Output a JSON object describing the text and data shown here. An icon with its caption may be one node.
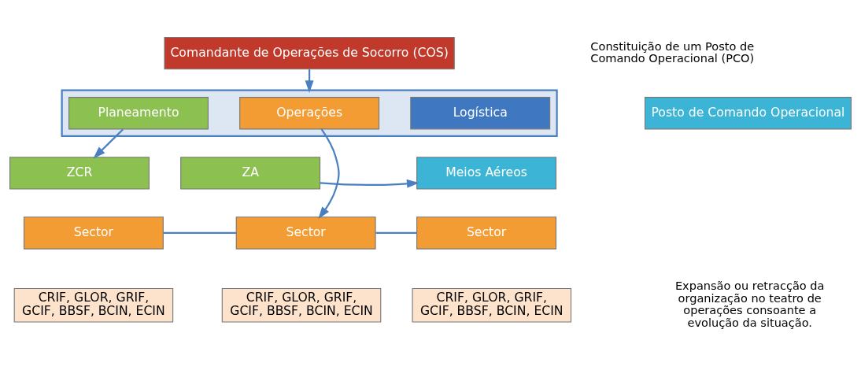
{
  "diagram": {
    "nodes": [
      {
        "text": [
          "Comandante de Operações de Socorro (COS)"
        ]
      },
      {
        "text": [],
        "shape": "box"
      },
      {
        "text": [
          "Planeamento"
        ],
        "in": 1
      },
      {
        "text": [
          "Operações"
        ],
        "in": 1
      },
      {
        "text": [
          "Logística"
        ],
        "in": 1
      },
      {
        "text": [
          "Posto de Comando Operacional"
        ]
      },
      {
        "text": [
          "ZCR"
        ]
      },
      {
        "text": [
          "ZA"
        ]
      },
      {
        "text": [
          "Meios Aéreos"
        ]
      },
      {
        "text": [
          "Sector"
        ]
      },
      {
        "text": [
          "Sector"
        ]
      },
      {
        "text": [
          "Sector"
        ]
      },
      {
        "text": [
          "CRIF, GLOR, GRIF, GCIF, BBSF, BCIN, ECIN"
        ]
      },
      {
        "text": [
          "CRIF, GLOR, GRIF, GCIF, BBSF, BCIN, ECIN"
        ]
      },
      {
        "text": [
          "CRIF, GLOR, GRIF, GCIF, BBSF, BCIN, ECIN"
        ]
      }
    ],
    "edges": [
      {
        "from": 0,
        "to": 1,
        "arrow": "to"
      },
      {
        "from": 2,
        "to": 6,
        "arrow": "to"
      },
      {
        "from": 3,
        "to": 10,
        "arrow": "to"
      },
      {
        "from": 7,
        "to": 8,
        "arrow": "to"
      },
      {
        "from": 9,
        "to": 10,
        "arrow": "none"
      },
      {
        "from": 10,
        "to": 11,
        "arrow": "none"
      }
    ],
    "labels": [
      "Constituição de um Posto de Comando Operacional (PCO)",
      "Expansão ou retracção da organização no teatro de operações consoante a evolução da situação."
    ]
  }
}
